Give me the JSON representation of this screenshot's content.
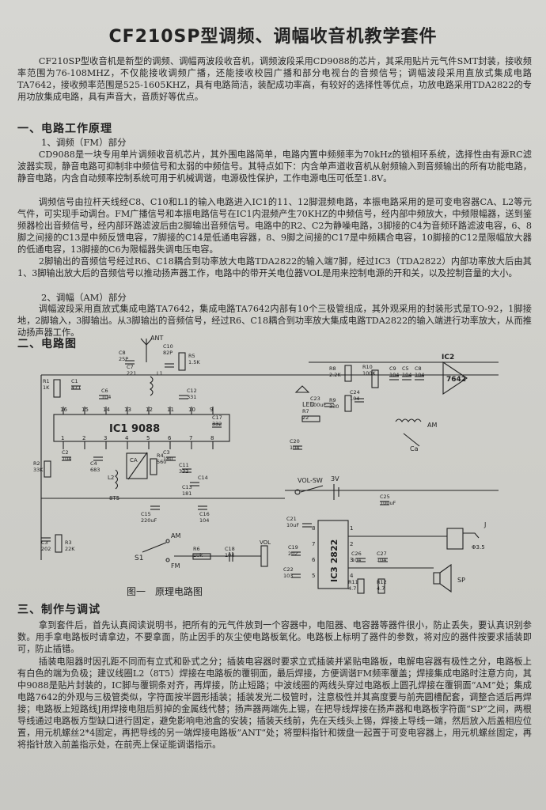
{
  "title": "CF210SP型调频、调幅收音机教学套件",
  "intro": "CF210SP型收音机是新型的调频、调幅两波段收音机，调频波段采用CD9088的芯片，其采用贴片元气件SMT封装，接收频率范围为76-108MHZ，不仅能接收调频广播，还能接收校园广播和部分电视台的音频信号；调幅波段采用直放式集成电路TA7642，接收频率范围是525-1605KHZ，具有电路简洁，装配成功率高，有较好的选择性等优点，功放电路采用TDA2822的专用功放集成电路，具有声音大，音质好等优点。",
  "section1": {
    "heading": "一、电路工作原理",
    "sub1": "1、调频（FM）部分",
    "p1": "CD9088是一块专用单片调频收音机芯片，其外围电路简单，电路内置中频频率为70kHz的锁相环系统，选择性由有源RC滤波器实现，静音电路可抑制非中频信号和太弱的中频信号。其特点如下：内含单声道收音机从射频输入到音频输出的所有功能电路，静音电路，内含自动频率控制系统可用于机械调谐，电源极性保护，工作电源电压可低至1.8V。",
    "p2": "调频信号由拉杆天线经C8、C10和L1的输入电路进入IC1的11、12脚混频电路，本振电路采用的是可变电容器CA、L2等元气件，可实现手动调台。FM广播信号和本振电路信号在IC1内混频产生70KHZ的中频信号，经内部中频放大，中频限幅器，送到鉴频器检出音频信号，经内部环路滤波后由2脚输出音频信号。电路中的R2、C2为静噪电路，3脚接的C4为音频环路滤波电容，6、8脚之间接的C13是中频反馈电容，7脚接的C14是低通电容器，8、9脚之间接的C17是中频耦合电容，10脚接的C12是限幅放大器的低通电容，13脚接的C6为限幅器失调电压电容。",
    "p3": "2脚输出的音频信号经过R6、C18耦合到功率放大电路TDA2822的输入端7脚，经过IC3（TDA2822）内部功率放大后由其1、3脚输出放大后的音频信号以推动扬声器工作，电路中的带开关电位器VOL是用来控制电源的开和关，以及控制音量的大小。",
    "sub2": "2、调幅（AM）部分",
    "p4": "调幅波段采用直放式集成电路TA7642，集成电路TA7642内部有10个三极管组成，其外观采用的封装形式是TO-92，1脚接地，2脚输入，3脚输出。从3脚输出的音频信号，经过R6、C18耦合到功率放大集成电路TDA2822的输入端进行功率放大，从而推动扬声器工作。"
  },
  "section2": {
    "heading": "二、电路图",
    "caption": "图一　原理电路图"
  },
  "schematic": {
    "ic1": "IC1 9088",
    "ic2": "IC2",
    "ic2_part": "7642",
    "ic3": "IC3 2822",
    "ant": "ANT",
    "am": "AM",
    "fm": "FM",
    "s1": "S1",
    "vol_sw": "VOL-SW",
    "supply": "3V",
    "led": "LED",
    "phone": "J",
    "phone_size": "Φ3.5",
    "speaker": "SP",
    "ca": "Ca",
    "ca_am": "CA",
    "l2": "L2",
    "l2_part": "8T5",
    "vol": "VOL",
    "pins_top": [
      "16",
      "15",
      "14",
      "13",
      "12",
      "11",
      "10",
      "9"
    ],
    "pins_bottom": [
      "1",
      "2",
      "3",
      "4",
      "5",
      "6",
      "7",
      "8"
    ],
    "ic3_left_pins": [
      "8",
      "7",
      "6",
      "5"
    ],
    "ic3_right_pins": [
      "1",
      "2",
      "3",
      "4"
    ],
    "labels": [
      {
        "t": "C8",
        "v": "25P"
      },
      {
        "t": "C10",
        "v": "82P"
      },
      {
        "t": "R5",
        "v": "1.5K"
      },
      {
        "t": "R1",
        "v": "1K"
      },
      {
        "t": "C1",
        "v": "471"
      },
      {
        "t": "C6",
        "v": "104"
      },
      {
        "t": "C7",
        "v": "221"
      },
      {
        "t": "L1",
        "v": ""
      },
      {
        "t": "C12",
        "v": "331"
      },
      {
        "t": "C17",
        "v": "332"
      },
      {
        "t": "R2",
        "v": "33K"
      },
      {
        "t": "C2",
        "v": "104"
      },
      {
        "t": "C4",
        "v": "683"
      },
      {
        "t": "R4",
        "v": "560"
      },
      {
        "t": "C3",
        "v": "180"
      },
      {
        "t": "C11",
        "v": "332"
      },
      {
        "t": "C13",
        "v": "181"
      },
      {
        "t": "C14",
        "v": ""
      },
      {
        "t": "C15",
        "v": "220uF"
      },
      {
        "t": "C16",
        "v": "104"
      },
      {
        "t": "R8",
        "v": "2.2K"
      },
      {
        "t": "R9",
        "v": "330"
      },
      {
        "t": "R10",
        "v": "100K"
      },
      {
        "t": "C9",
        "v": "104"
      },
      {
        "t": "C5",
        "v": "104"
      },
      {
        "t": "C8",
        "v": "104"
      },
      {
        "t": "C23",
        "v": "100uF"
      },
      {
        "t": "C24",
        "v": "104"
      },
      {
        "t": "R7",
        "v": "22"
      },
      {
        "t": "C20",
        "v": "104"
      },
      {
        "t": "C25",
        "v": "100uF"
      },
      {
        "t": "C21",
        "v": "10uF"
      },
      {
        "t": "C19",
        "v": "202"
      },
      {
        "t": "C22",
        "v": "103"
      },
      {
        "t": "C26",
        "v": "104"
      },
      {
        "t": "C27",
        "v": "104"
      },
      {
        "t": "R11",
        "v": "4.7"
      },
      {
        "t": "R12",
        "v": "4.7"
      },
      {
        "t": "C3",
        "v": "202"
      },
      {
        "t": "R3",
        "v": "22K"
      },
      {
        "t": "R6",
        "v": "10k"
      },
      {
        "t": "C18",
        "v": "104"
      }
    ]
  },
  "section3": {
    "heading": "三、制作与调试",
    "p1": "拿到套件后，首先认真阅读说明书，把所有的元气件放到一个容器中，电阻器、电容器等器件很小，防止丢失，要认真识别参数。用手拿电路板时请拿边，不要拿面，防止因手的灰尘使电路板氧化。电路板上标明了器件的参数，将对应的器件按要求插装即可，防止插错。",
    "p2": "插装电阻器时因孔距不同而有立式和卧式之分；插装电容器时要求立式插装并紧贴电路板，电解电容器有极性之分，电路板上有白色的端为负极；建议线圈L2（8T5）焊接在电路板的覆铜面，最后焊接，方便调谐FM频率覆盖；焊接集成电路时注意方向，其中9088是贴片封装的，IC脚与覆铜条对齐，再焊接，防止短路；中波线圈的两线头穿过电路板上圆孔焊接在覆铜面“AM”处；集成电路7642的外观与三极管类似，字符面按半圆形插装；插装发光二极管时，注意极性并其高度要与前壳圆槽配套，调整合适后再焊接；电路板上短路线J用焊接电阻后剪掉的金属线代替；扬声器两端先上锡，在把导线焊接在扬声器和电路板字符面“SP”之间，两根导线通过电路板方型缺口进行固定，避免影响电池盒的安装；插装天线前，先在天线头上锡，焊接上导线一端，然后放入后盖相应位置，用元机螺丝2*4固定，再把导线的另一端焊接电路板”ANT“处；将塑料指针和拨盘一起置于可变电容器上，用元机螺丝固定，再将指针放入前盖指示处，在前壳上保证能调谐指示。"
  }
}
